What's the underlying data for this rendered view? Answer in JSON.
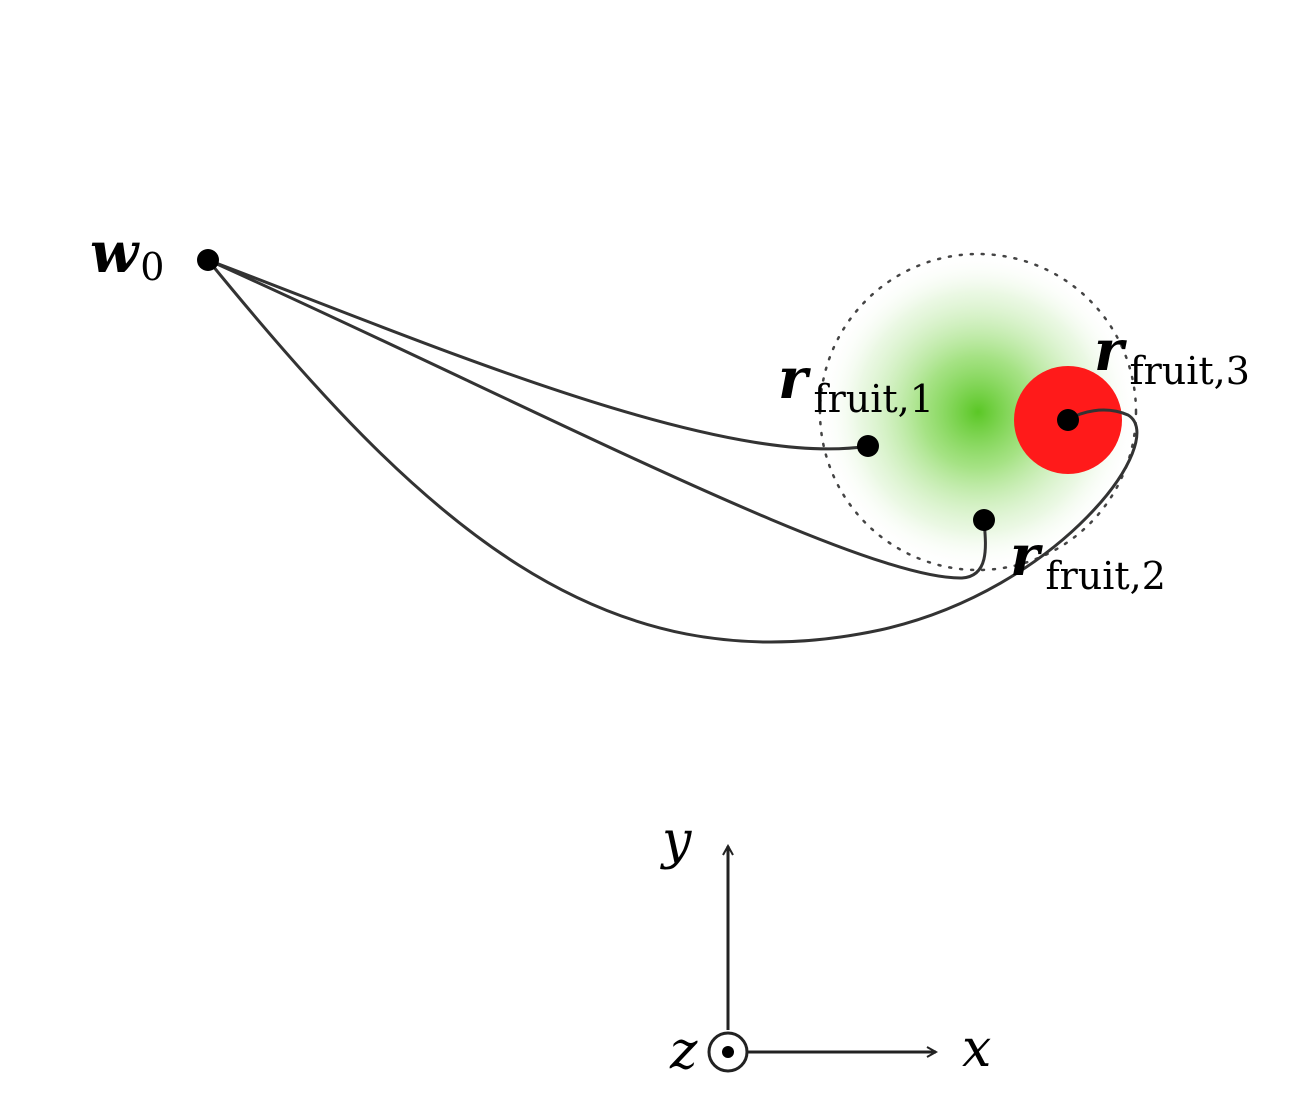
{
  "diagram": {
    "origin_point": {
      "symbol": "w",
      "subscript": "0"
    },
    "fruit_points": [
      {
        "symbol": "r",
        "subscript": "fruit,1"
      },
      {
        "symbol": "r",
        "subscript": "fruit,2"
      },
      {
        "symbol": "r",
        "subscript": "fruit,3"
      }
    ],
    "axes": {
      "x": "x",
      "y": "y",
      "z": "z"
    },
    "colors": {
      "target_region": "#52c41a",
      "fruit_3_highlight": "#ff0000",
      "ink": "#000000"
    }
  }
}
